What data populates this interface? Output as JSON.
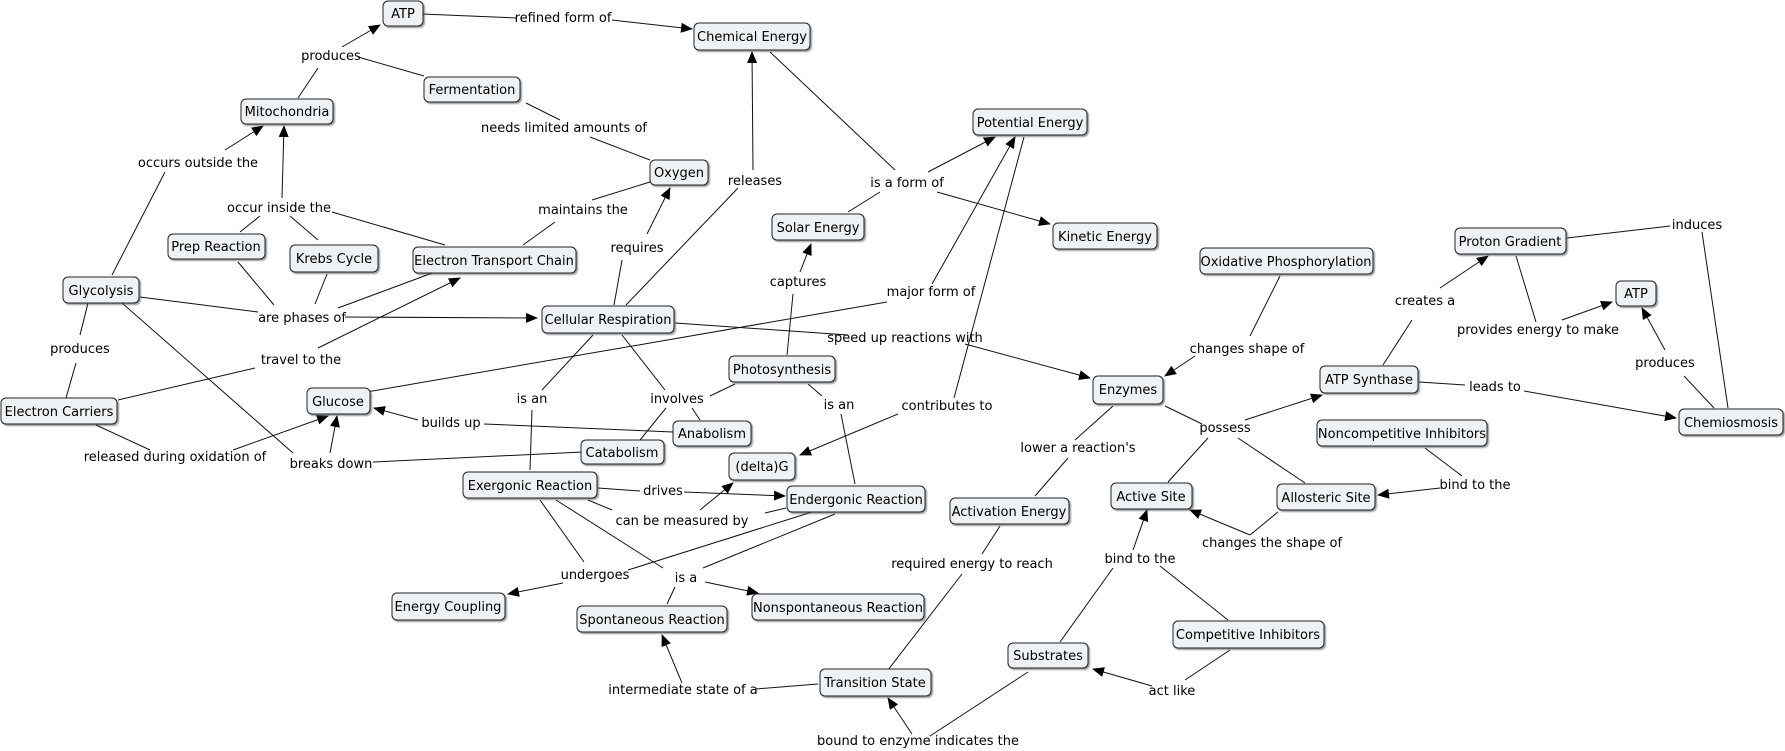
{
  "concepts": {
    "atp_top": "ATP",
    "chemical_energy": "Chemical Energy",
    "fermentation": "Fermentation",
    "mitochondria": "Mitochondria",
    "potential_energy": "Potential Energy",
    "oxygen": "Oxygen",
    "solar_energy": "Solar Energy",
    "kinetic_energy": "Kinetic Energy",
    "prep_reaction": "Prep Reaction",
    "krebs_cycle": "Krebs Cycle",
    "electron_transport_chain": "Electron Transport Chain",
    "glycolysis": "Glycolysis",
    "cellular_respiration": "Cellular Respiration",
    "oxidative_phosphorylation": "Oxidative Phosphorylation",
    "proton_gradient": "Proton Gradient",
    "atp_right": "ATP",
    "photosynthesis": "Photosynthesis",
    "glucose": "Glucose",
    "electron_carriers": "Electron Carriers",
    "enzymes": "Enzymes",
    "atp_synthase": "ATP Synthase",
    "chemiosmosis": "Chemiosmosis",
    "anabolism": "Anabolism",
    "noncompetitive_inhibitors": "Noncompetitive Inhibitors",
    "catabolism": "Catabolism",
    "delta_g": "(delta)G",
    "exergonic_reaction": "Exergonic Reaction",
    "endergonic_reaction": "Endergonic Reaction",
    "activation_energy": "Activation Energy",
    "active_site": "Active Site",
    "allosteric_site": "Allosteric Site",
    "energy_coupling": "Energy Coupling",
    "spontaneous_reaction": "Spontaneous Reaction",
    "nonspontaneous_reaction": "Nonspontaneous Reaction",
    "competitive_inhibitors": "Competitive Inhibitors",
    "substrates": "Substrates",
    "transition_state": "Transition State"
  },
  "links": {
    "refined_form_of": "refined form of",
    "produces_mito": "produces",
    "needs_limited_amounts_of": "needs limited amounts of",
    "occurs_outside_the": "occurs outside the",
    "releases": "releases",
    "is_a_form_of": "is a form of",
    "occur_inside_the": "occur inside the",
    "maintains_the": "maintains the",
    "requires": "requires",
    "captures": "captures",
    "induces": "induces",
    "are_phases_of": "are phases of",
    "major_form_of": "major form of",
    "creates_a": "creates a",
    "provides_energy_to_make": "provides energy to make",
    "changes_shape_of": "changes shape of",
    "speed_up_reactions_with": "speed up reactions with",
    "produces_glycolysis": "produces",
    "travel_to_the": "travel to the",
    "produces_chemiosmosis": "produces",
    "leads_to": "leads to",
    "is_an_left": "is an",
    "involves": "involves",
    "is_an_right": "is an",
    "contributes_to": "contributes to",
    "builds_up": "builds up",
    "possess": "possess",
    "released_during_oxidation_of": "released during oxidation of",
    "breaks_down": "breaks down",
    "lower_a_reactions": "lower a reaction's",
    "bind_to_the_allosteric": "bind to the",
    "drives": "drives",
    "can_be_measured_by": "can be measured by",
    "changes_the_shape_of": "changes the shape of",
    "bind_to_the_active": "bind to the",
    "required_energy_to_reach": "required energy to reach",
    "undergoes": "undergoes",
    "is_a": "is a",
    "intermediate_state_of_a": "intermediate state of a",
    "act_like": "act like",
    "bound_to_enzyme_indicates_the": "bound to enzyme indicates the"
  }
}
